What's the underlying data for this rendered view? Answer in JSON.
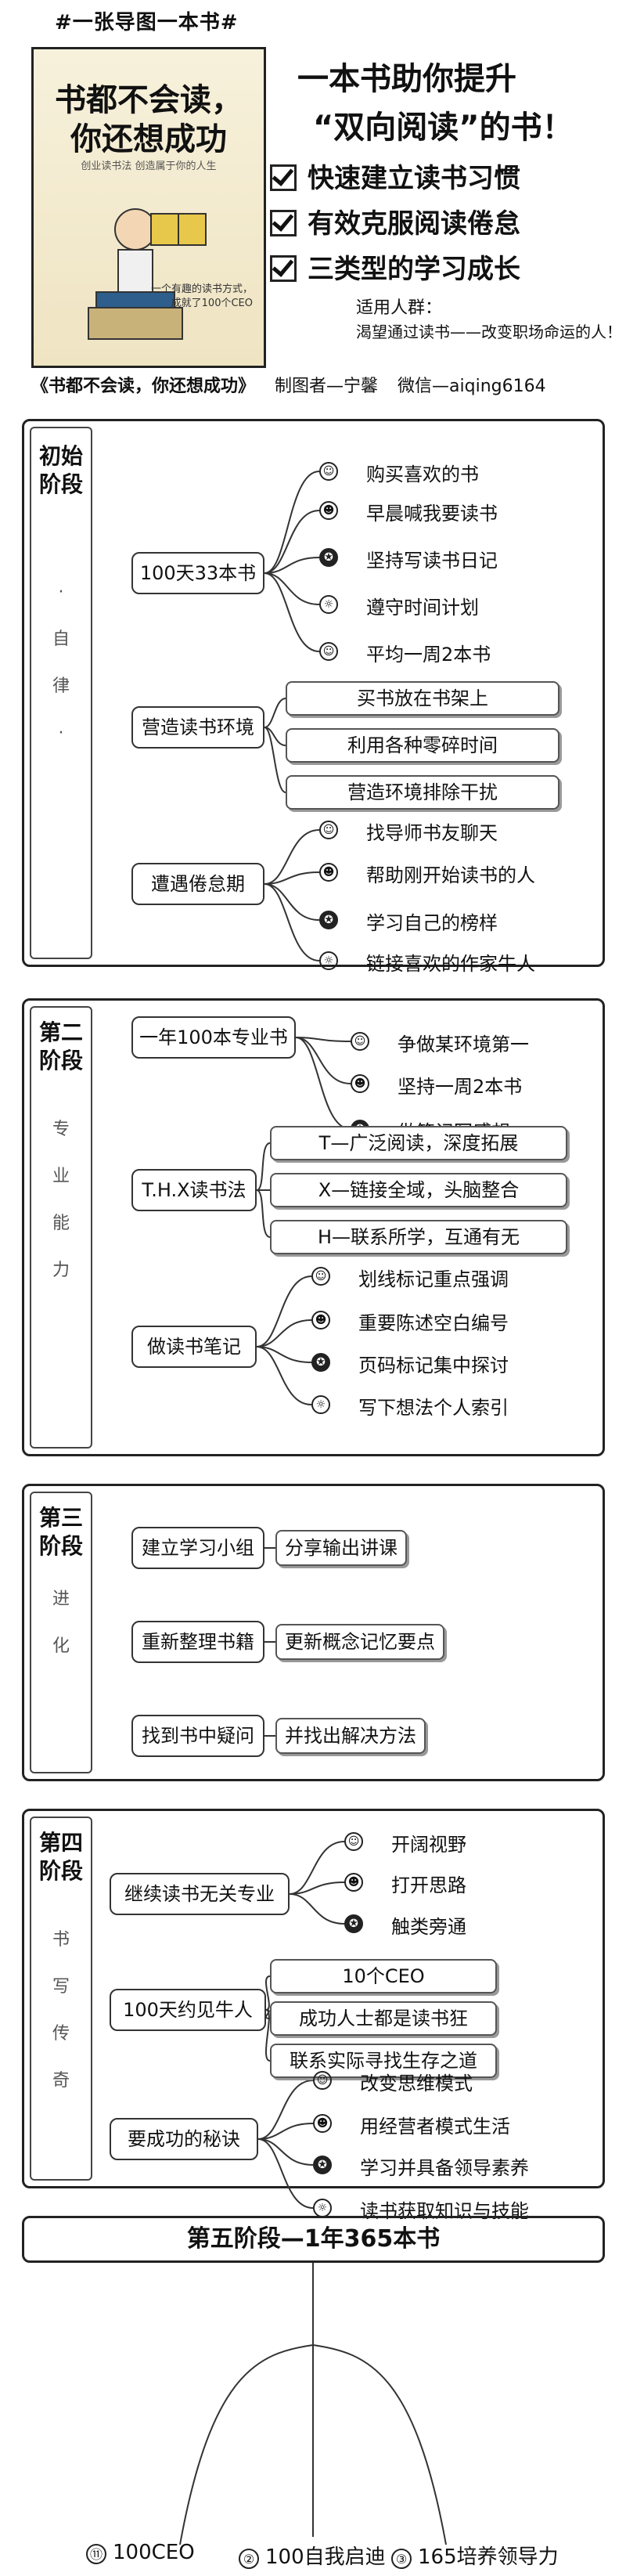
{
  "header": {
    "tag": "#一张导图一本书#",
    "book_title_1": "书都不会读，",
    "book_title_2": "你还想成功",
    "book_subtitle": "创业读书法  创造属于你的人生",
    "book_slogan_1": "一个有趣的读书方式，",
    "book_slogan_2": "成就了100个CEO",
    "slogan_1": "一本书助你提升",
    "slogan_2": "“双向阅读”的书！",
    "features": [
      "快速建立读书习惯",
      "有效克服阅读倦怠",
      "三类型的学习成长"
    ],
    "audience_title": "适用人群：",
    "audience_desc": "渴望通过读书——改变职场命运的人！",
    "caption_title": "《书都不会读，你还想成功》",
    "caption_author": "制图者—宁馨",
    "caption_wechat": "微信—aiqing6164"
  },
  "stages": [
    {
      "title": "初始阶段",
      "desc": [
        "·",
        "自",
        "律",
        "·"
      ],
      "groups": [
        {
          "label": "100天33本书",
          "items": [
            "购买喜欢的书",
            "早晨喊我要读书",
            "坚持写读书日记",
            "遵守时间计划",
            "平均一周2本书"
          ]
        },
        {
          "label": "营造读书环境",
          "items": [
            "买书放在书架上",
            "利用各种零碎时间",
            "营造环境排除干扰"
          ]
        },
        {
          "label": "遭遇倦怠期",
          "items": [
            "找导师书友聊天",
            "帮助刚开始读书的人",
            "学习自己的榜样",
            "链接喜欢的作家牛人"
          ]
        }
      ]
    },
    {
      "title": "第二阶段",
      "desc": [
        "专",
        "业",
        "能",
        "力"
      ],
      "groups": [
        {
          "label": "一年100本专业书",
          "items": [
            "争做某环境第一",
            "坚持一周2本书",
            "做笔记写感想"
          ]
        },
        {
          "label": "T.H.X读书法",
          "items": [
            "T—广泛阅读，深度拓展",
            "X—链接全域，头脑整合",
            "H—联系所学，互通有无"
          ]
        },
        {
          "label": "做读书笔记",
          "items": [
            "划线标记重点强调",
            "重要陈述空白编号",
            "页码标记集中探讨",
            "写下想法个人索引"
          ]
        }
      ]
    },
    {
      "title": "第三阶段",
      "desc": [
        "进",
        "化"
      ],
      "groups": [
        {
          "label": "建立学习小组",
          "items": [
            "分享输出讲课"
          ]
        },
        {
          "label": "重新整理书籍",
          "items": [
            "更新概念记忆要点"
          ]
        },
        {
          "label": "找到书中疑问",
          "items": [
            "并找出解决方法"
          ]
        }
      ]
    },
    {
      "title": "第四阶段",
      "desc": [
        "书",
        "写",
        "传",
        "奇"
      ],
      "groups": [
        {
          "label": "继续读书无关专业",
          "items": [
            "开阔视野",
            "打开思路",
            "触类旁通"
          ]
        },
        {
          "label": "100天约见牛人",
          "items": [
            "10个CEO",
            "成功人士都是读书狂",
            "联系实际寻找生存之道"
          ]
        },
        {
          "label": "要成功的秘诀",
          "items": [
            "改变思维模式",
            "用经营者模式生活",
            "学习并具备领导素养",
            "读书获取知识与技能"
          ]
        }
      ]
    }
  ],
  "final": {
    "title": "第五阶段—1年365本书",
    "items": [
      {
        "num": "⑪",
        "label": "100CEO"
      },
      {
        "num": "②",
        "label": "100自我启迪"
      },
      {
        "num": "③",
        "label": "165培养领导力"
      }
    ]
  }
}
